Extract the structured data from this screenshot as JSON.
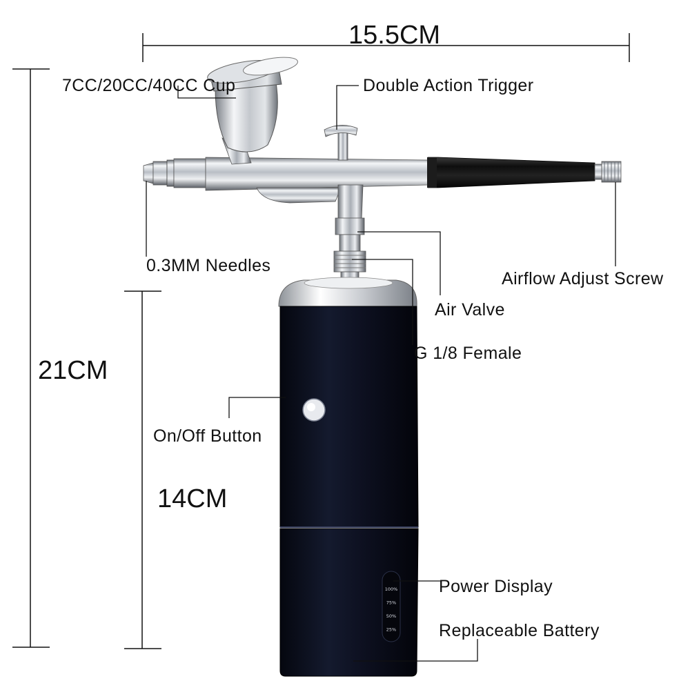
{
  "dimensions": {
    "width": "15.5CM",
    "total_height": "21CM",
    "body_height": "14CM"
  },
  "callouts": {
    "cup": "7CC/20CC/40CC Cup",
    "trigger": "Double Action Trigger",
    "needles": "0.3MM Needles",
    "airflow_screw": "Airflow Adjust Screw",
    "air_valve": "Air Valve",
    "female_thread": "G 1/8 Female",
    "power_button": "On/Off Button",
    "power_display": "Power Display",
    "battery": "Replaceable Battery"
  },
  "battery_levels": [
    "100%",
    "75%",
    "50%",
    "25%"
  ],
  "colors": {
    "body": "#0d1020",
    "chrome": "#c8ccd2",
    "handle": "#141414",
    "line": "#111111"
  }
}
